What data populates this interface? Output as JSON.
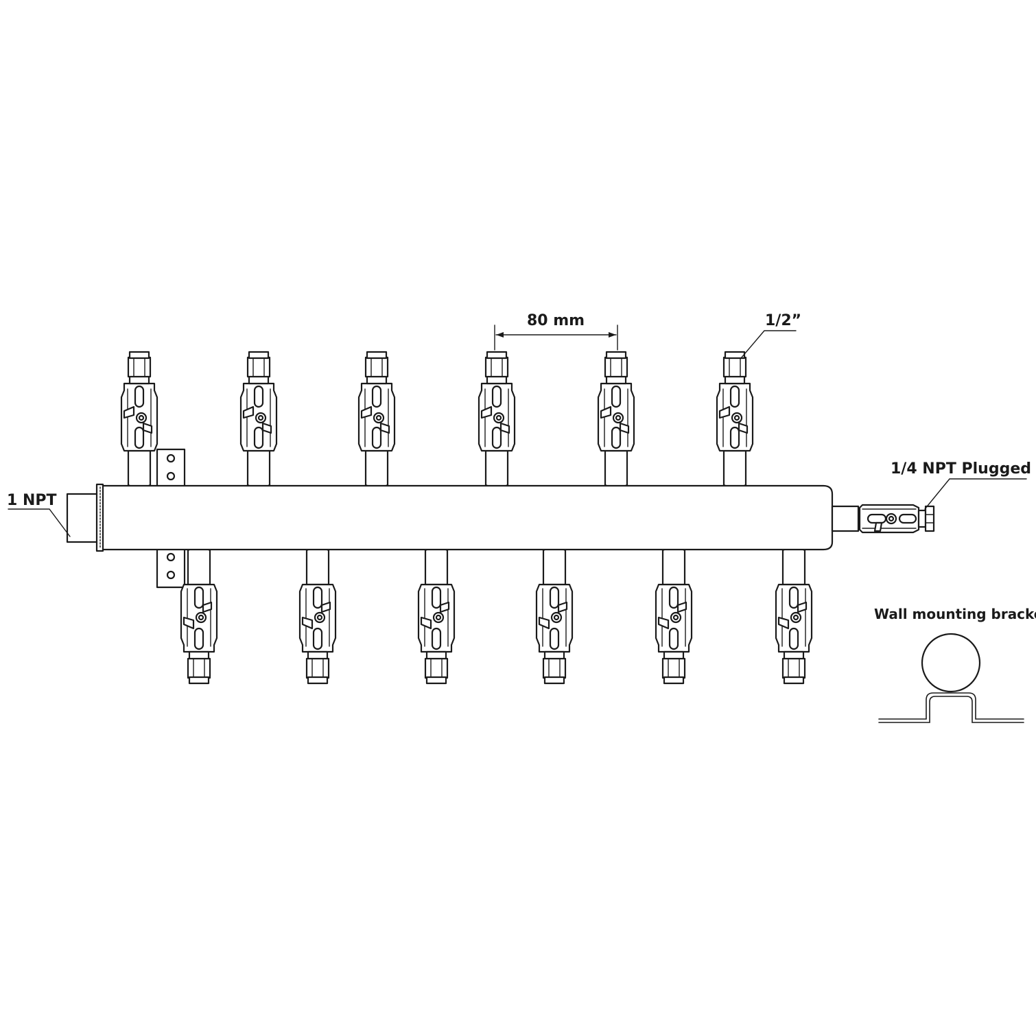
{
  "labels": {
    "spacing": "80 mm",
    "outlet_size": "1/2”",
    "inlet": "1 NPT",
    "end_port": "1/4 NPT Plugged",
    "bracket": "Wall mounting bracket"
  },
  "manifold": {
    "top_outlet_count": 6,
    "bottom_outlet_count": 6
  }
}
